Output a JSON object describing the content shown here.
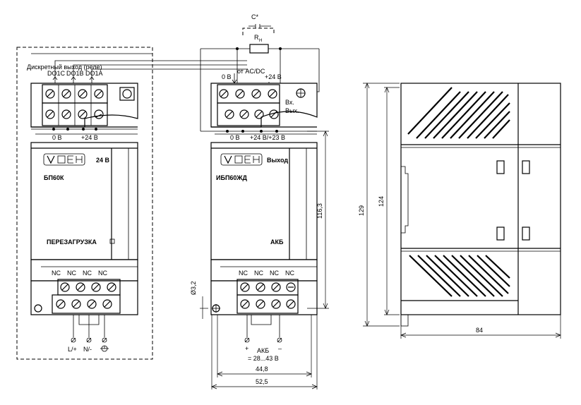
{
  "figure": {
    "bp60k": {
      "dout_title": "Дискретный выход (реле)",
      "do1c": "DO1C",
      "do1b": "DO1B",
      "do1a": "DO1A",
      "bus_0v": "0 В",
      "bus_24v": "+24 В",
      "logo": "ОВЕН",
      "model": "БП60К",
      "voltage": "24 В",
      "overload": "ПЕРЕЗАГРУЗКА",
      "nc": [
        "NC",
        "NC",
        "NC",
        "NC"
      ],
      "l_label": "L/+",
      "n_label": "N/-",
      "ground_icon": "ground-icon"
    },
    "ibp60": {
      "cap_label": "C*",
      "res_label": "R",
      "res_sub": "Н",
      "top_0v": "0 В",
      "from_acdc": "от AC/DC",
      "top_24v": "+24 В",
      "in_label": "Вх.",
      "out_label": "Вых.",
      "bus_0v": "0 В",
      "bus_24v": "+24 В/+23 В",
      "logo": "ОВЕН",
      "model": "ИБП60ЖД",
      "exit": "Выход",
      "akb": "АКБ",
      "nc": [
        "NC",
        "NC",
        "NC",
        "NC"
      ],
      "plus": "+",
      "minus": "–",
      "akb_bottom": "АКБ",
      "akb_voltage": "= 28...43 В",
      "hole_dim": "Ø3,2",
      "dim_height": "116,3",
      "dim_width_inner": "44,8",
      "dim_width_outer": "52,5"
    },
    "side_view": {
      "dim_total_height": "129",
      "dim_body_height": "124",
      "dim_depth": "84"
    }
  }
}
